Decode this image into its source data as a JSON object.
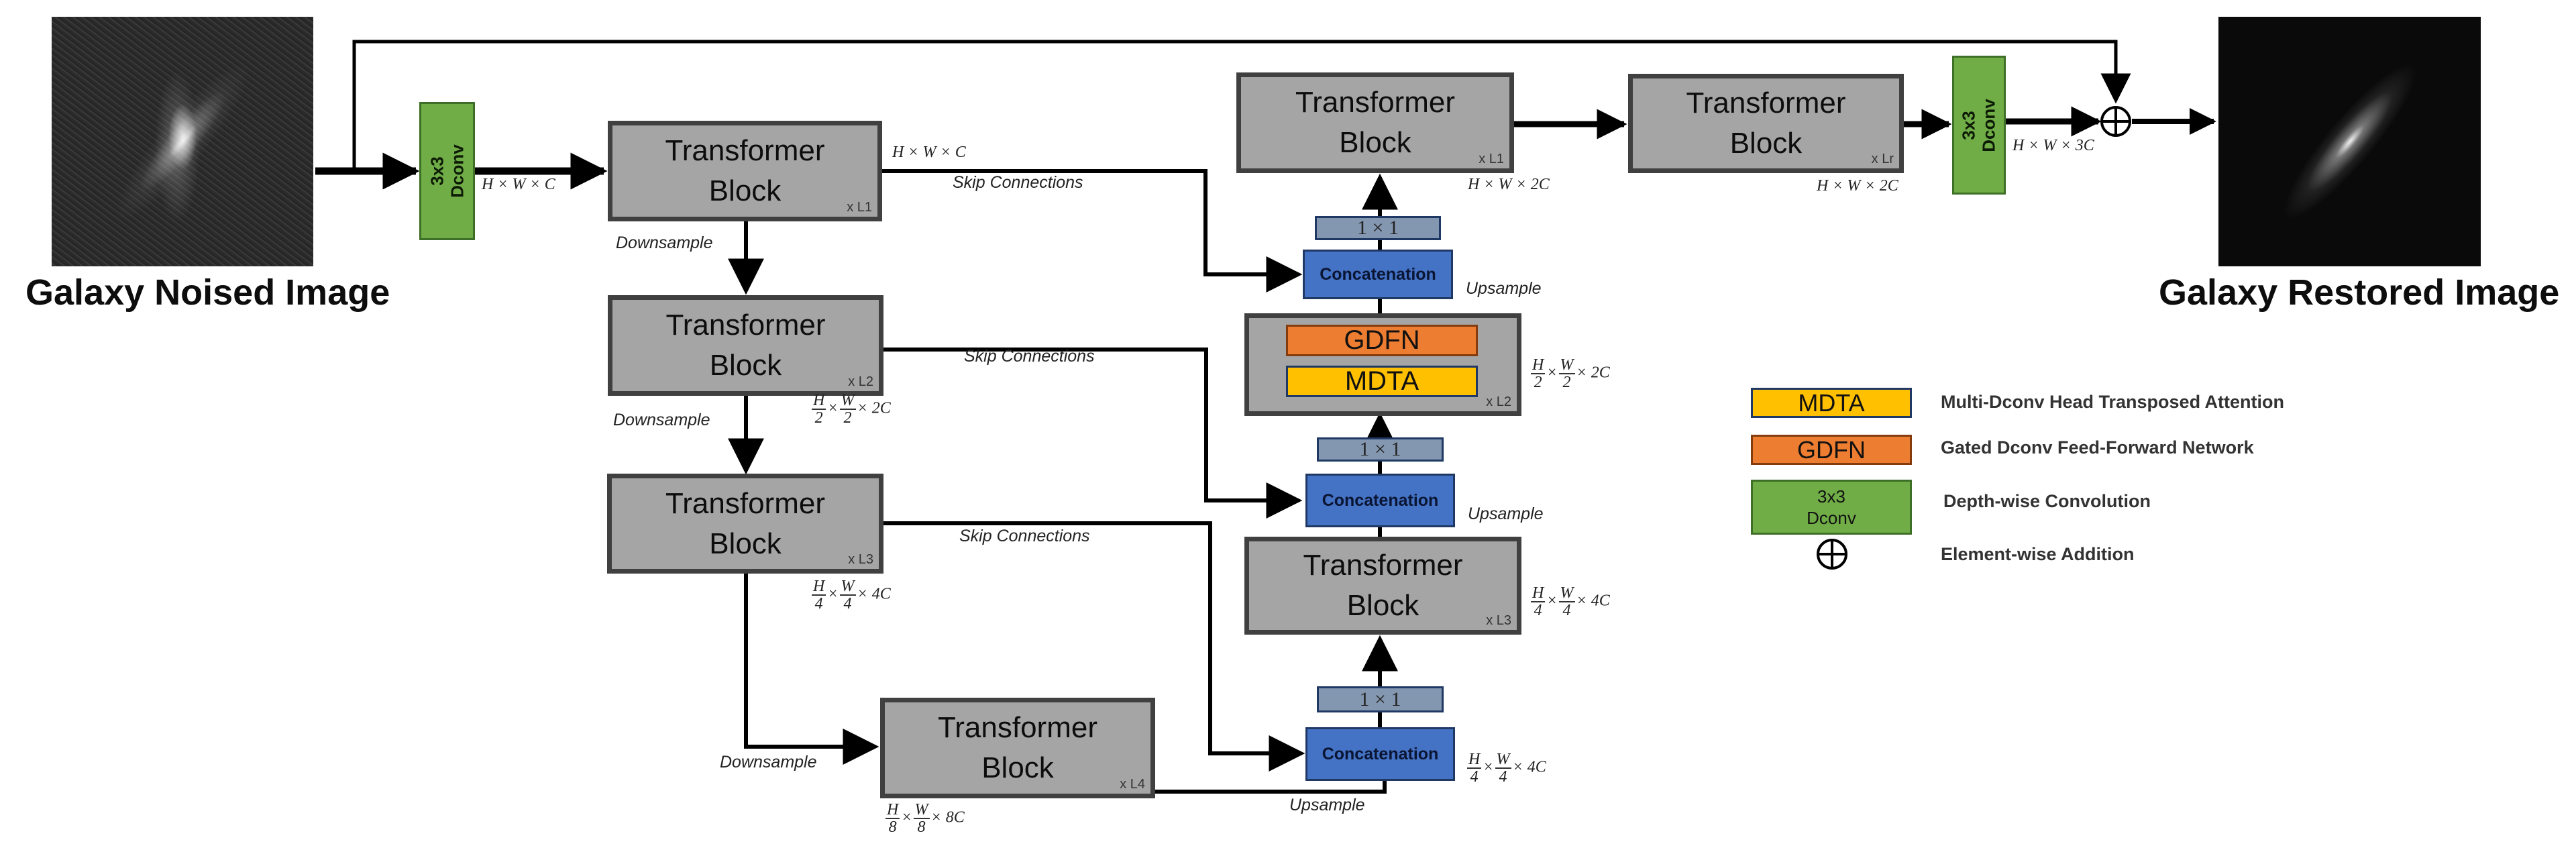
{
  "input_image": {
    "caption": "Galaxy Noised Image"
  },
  "output_image": {
    "caption": "Galaxy Restored Image"
  },
  "dconv_in": {
    "label": "3x3\nDconv"
  },
  "dconv_out": {
    "label": "3x3\nDconv"
  },
  "encoder": [
    {
      "title": "Transformer\nBlock",
      "repeat": "x L1",
      "dim": "H × W × C"
    },
    {
      "title": "Transformer\nBlock",
      "repeat": "x L2",
      "dim": {
        "h": "H",
        "hd": "2",
        "w": "W",
        "wd": "2",
        "c": "× 2C"
      }
    },
    {
      "title": "Transformer\nBlock",
      "repeat": "x L3",
      "dim": {
        "h": "H",
        "hd": "4",
        "w": "W",
        "wd": "4",
        "c": "× 4C"
      }
    }
  ],
  "latent": {
    "title": "Transformer\nBlock",
    "repeat": "x L4",
    "dim": {
      "h": "H",
      "hd": "8",
      "w": "W",
      "wd": "8",
      "c": "× 8C"
    }
  },
  "decoder": {
    "level3": {
      "title": "Transformer\nBlock",
      "repeat": "x L3",
      "dim": {
        "h": "H",
        "hd": "4",
        "w": "W",
        "wd": "4",
        "c": "× 4C"
      }
    },
    "level2": {
      "gdfn": "GDFN",
      "mdta": "MDTA",
      "repeat": "x L2",
      "dim": {
        "h": "H",
        "hd": "2",
        "w": "W",
        "wd": "2",
        "c": "× 2C"
      }
    },
    "level1": {
      "title": "Transformer\nBlock",
      "repeat": "x L1",
      "dim": "H × W × 2C"
    },
    "concat_bottom_dim": {
      "h": "H",
      "hd": "4",
      "w": "W",
      "wd": "4",
      "c": "× 4C"
    }
  },
  "refinement": {
    "title": "Transformer\nBlock",
    "repeat": "x Lr",
    "dim": "H × W × 2C"
  },
  "out_dim": "H × W × 3C",
  "input_dim": "H × W × C",
  "concat_label": "Concatenation",
  "conv1x1_label": "1 × 1",
  "labels": {
    "downsample": "Downsample",
    "upsample": "Upsample",
    "skip": "Skip Connections"
  },
  "add_symbol": "⊕",
  "legend": [
    {
      "key": "MDTA",
      "text": "Multi-Dconv Head Transposed Attention",
      "color": "#ffc000"
    },
    {
      "key": "GDFN",
      "text": "Gated Dconv Feed-Forward Network",
      "color": "#ed7d31"
    },
    {
      "key": "3x3\nDconv",
      "text": "Depth-wise Convolution",
      "color": "#70ad47"
    },
    {
      "key": "⊕",
      "text": "Element-wise Addition"
    }
  ]
}
